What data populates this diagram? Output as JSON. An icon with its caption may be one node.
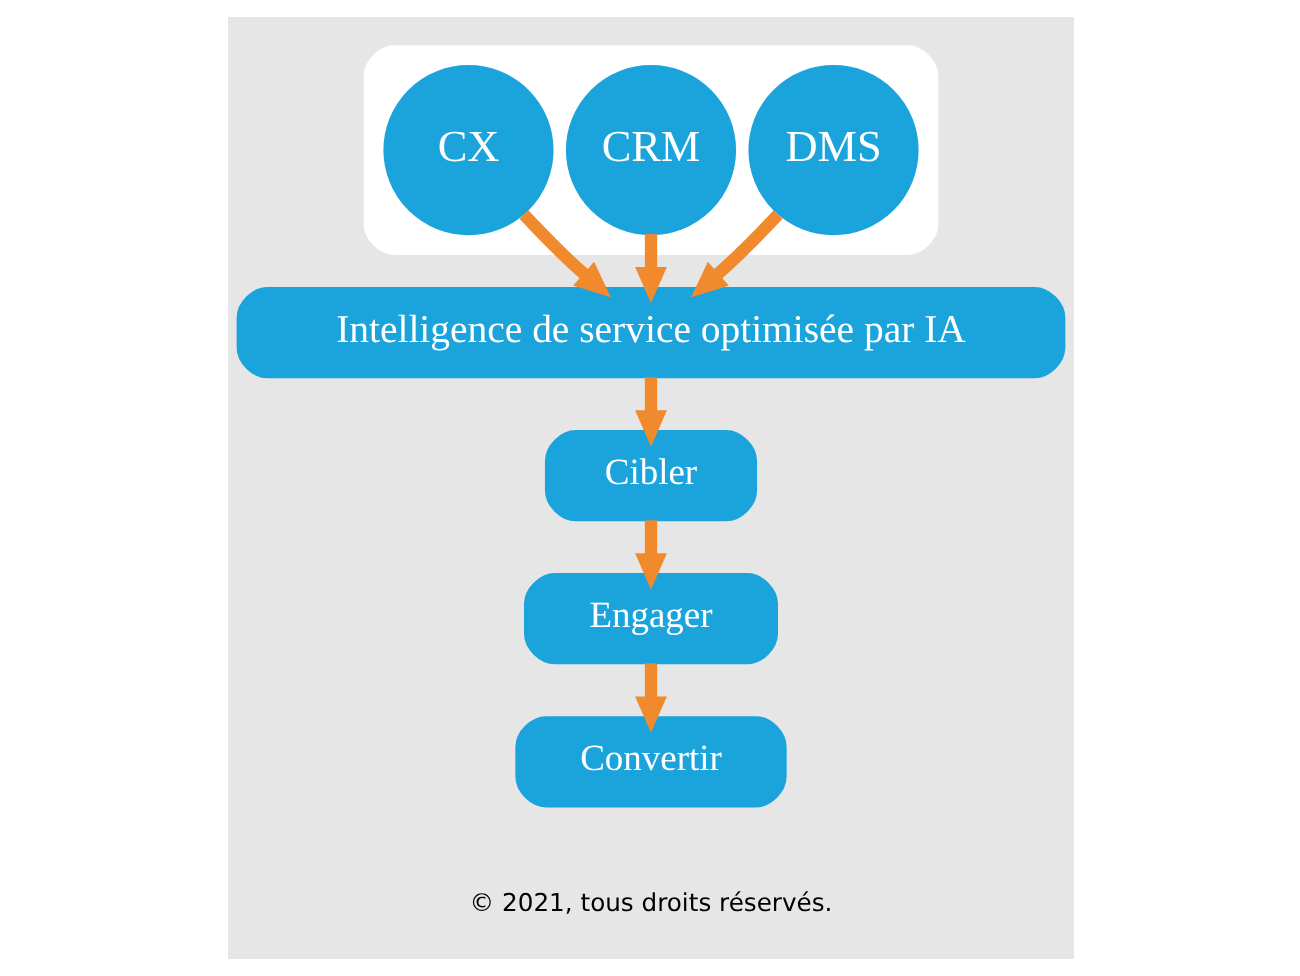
{
  "diagram": {
    "nodes": [
      {
        "text": [],
        "shape": "box"
      },
      {
        "text": [
          "DMS"
        ],
        "in": 0
      },
      {
        "text": [
          "CRM"
        ],
        "in": 0
      },
      {
        "text": [
          "CX"
        ],
        "in": 0
      },
      {
        "text": [
          "Intelligence de service optimisée par IA"
        ]
      },
      {
        "text": [
          "Cibler"
        ]
      },
      {
        "text": [
          "Engager"
        ]
      },
      {
        "text": [
          "Convertir"
        ]
      }
    ],
    "edges": [
      {
        "from": 1,
        "to": 4,
        "arrow": "to"
      },
      {
        "from": 2,
        "to": 4,
        "arrow": "to"
      },
      {
        "from": 3,
        "to": 4,
        "arrow": "to"
      },
      {
        "from": 4,
        "to": 5,
        "arrow": "to"
      },
      {
        "from": 5,
        "to": 6,
        "arrow": "to"
      },
      {
        "from": 6,
        "to": 7,
        "arrow": "to"
      }
    ],
    "labels": [
      "© 2021, tous droits réservés."
    ]
  }
}
